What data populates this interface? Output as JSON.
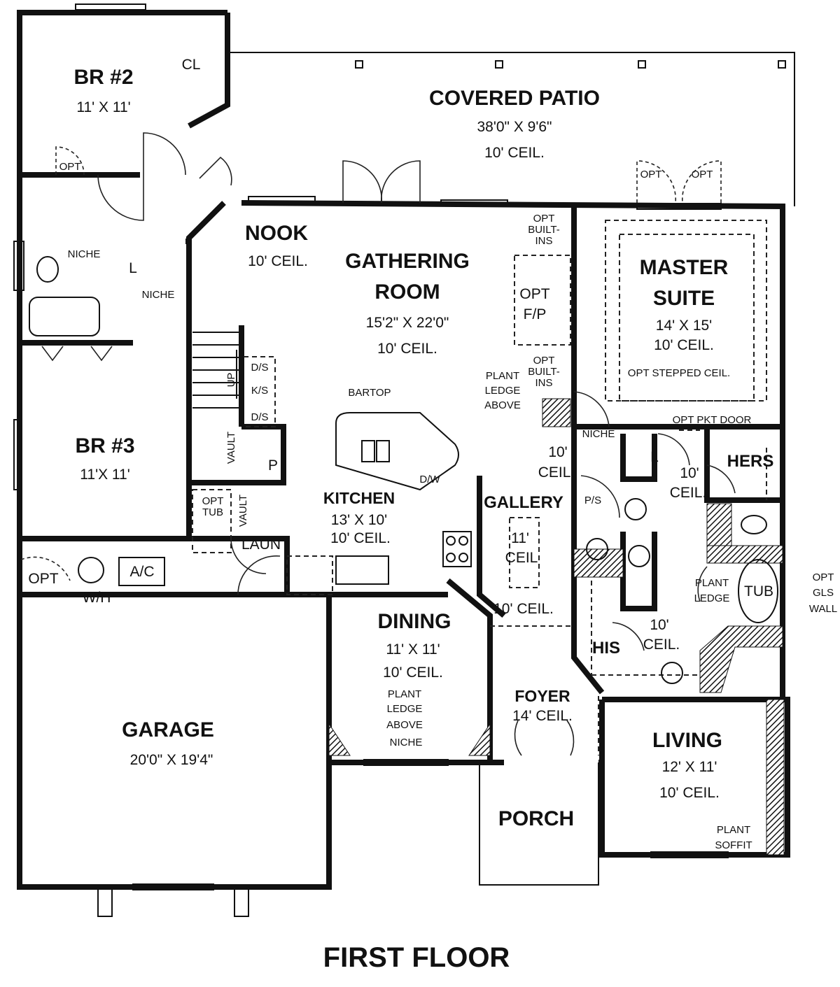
{
  "title": "FIRST FLOOR",
  "rooms": {
    "br2": {
      "name": "BR #2",
      "size": "11' X 11'"
    },
    "closet": "CL",
    "patio": {
      "name": "COVERED PATIO",
      "size": "38'0\" X 9'6\"",
      "ceil": "10' CEIL."
    },
    "nook": {
      "name": "NOOK",
      "ceil": "10' CEIL."
    },
    "gathering": {
      "name1": "GATHERING",
      "name2": "ROOM",
      "size": "15'2\" X 22'0\"",
      "ceil": "10' CEIL."
    },
    "master": {
      "name1": "MASTER",
      "name2": "SUITE",
      "size": "14' X 15'",
      "ceil": "10' CEIL.",
      "note": "OPT STEPPED CEIL."
    },
    "br3": {
      "name": "BR #3",
      "size": "11'X 11'"
    },
    "kitchen": {
      "name": "KITCHEN",
      "size": "13' X 10'",
      "ceil": "10' CEIL."
    },
    "gallery": {
      "name": "GALLERY",
      "ceil_a": "11'",
      "ceil_b": "CEIL",
      "ceil2": "10' CEIL."
    },
    "dining": {
      "name": "DINING",
      "size": "11' X 11'",
      "ceil": "10' CEIL."
    },
    "foyer": {
      "name": "FOYER",
      "ceil": "14' CEIL."
    },
    "garage": {
      "name": "GARAGE",
      "size": "20'0\" X 19'4\""
    },
    "living": {
      "name": "LIVING",
      "size": "12' X 11'",
      "ceil": "10' CEIL."
    },
    "porch": {
      "name": "PORCH"
    },
    "laun": "LAUN",
    "hers": "HERS",
    "his": "HIS",
    "tub": "TUB"
  },
  "notes": {
    "opt": "OPT",
    "niche": "NICHE",
    "linen": "L",
    "pantry": "P",
    "up": "UP",
    "ds": "D/S",
    "ks": "K/S",
    "vault": "VAULT",
    "opt_tub1": "OPT",
    "opt_tub2": "TUB",
    "bartop": "BARTOP",
    "dw": "D/W",
    "opt_builtins": [
      "OPT",
      "BUILT-",
      "INS"
    ],
    "opt_fp": [
      "OPT",
      "F/P"
    ],
    "plant_ledge_above": [
      "PLANT",
      "LEDGE",
      "ABOVE"
    ],
    "ceil10": [
      "10'",
      "CEIL."
    ],
    "ps": "P/S",
    "opt_pkt_door": "OPT PKT DOOR",
    "plant_ledge": [
      "PLANT",
      "LEDGE"
    ],
    "opt_gls_wall": [
      "OPT",
      "GLS",
      "WALL"
    ],
    "ac": "A/C",
    "wh": "W/H",
    "plant_soffit": [
      "PLANT",
      "SOFFIT"
    ]
  }
}
